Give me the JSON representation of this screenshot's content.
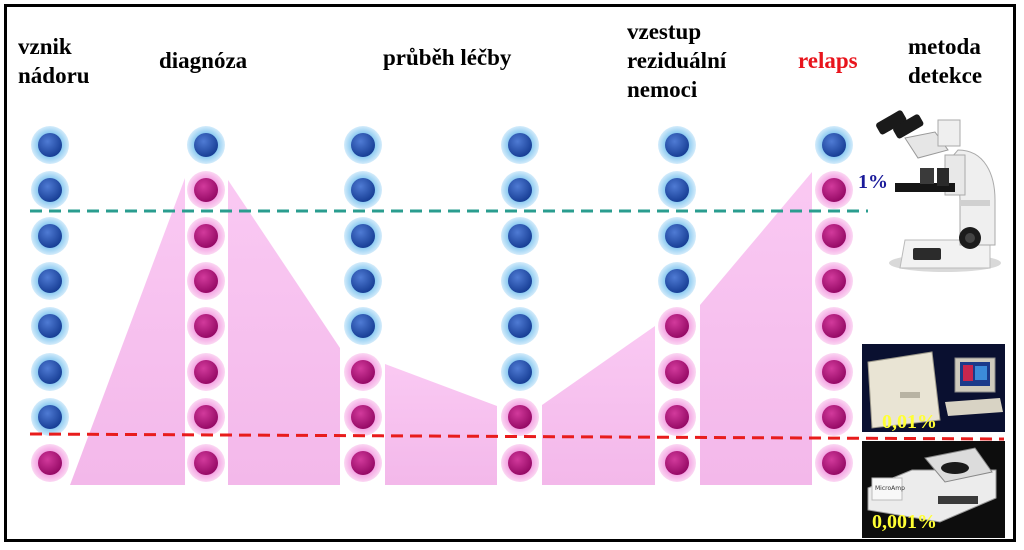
{
  "headers": {
    "vznik": [
      "vznik",
      "nádoru"
    ],
    "diagnoza": [
      "diagnóza"
    ],
    "prubeh": [
      "průběh léčby"
    ],
    "vzestup": [
      "vzestup",
      "reziduální",
      "nemoci"
    ],
    "relaps": [
      "relaps"
    ],
    "metoda": [
      "metoda",
      "detekce"
    ]
  },
  "detection": {
    "microscope_pct": "1%",
    "flow_pct": "0,01%",
    "pcr_pct": "0,001%"
  },
  "columns_state": [
    [
      "n",
      "n",
      "n",
      "n",
      "n",
      "n",
      "n",
      "t"
    ],
    [
      "n",
      "t",
      "t",
      "t",
      "t",
      "t",
      "t",
      "t"
    ],
    [
      "n",
      "n",
      "n",
      "n",
      "n",
      "t",
      "t",
      "t"
    ],
    [
      "n",
      "n",
      "n",
      "n",
      "n",
      "n",
      "t",
      "t"
    ],
    [
      "n",
      "n",
      "n",
      "n",
      "t",
      "t",
      "t",
      "t"
    ],
    [
      "n",
      "t",
      "t",
      "t",
      "t",
      "t",
      "t",
      "t"
    ]
  ],
  "colors": {
    "normal_cell": "#2a55b0",
    "tumor_cell": "#b3127c",
    "tumor_area": "#f7c6f1",
    "line_microscope": "#2a9d8f",
    "line_pcr": "#e81c1c",
    "relaps_text": "#e8141c",
    "pct_blue": "#1a1a9a",
    "pct_yellow": "#ffff33"
  }
}
